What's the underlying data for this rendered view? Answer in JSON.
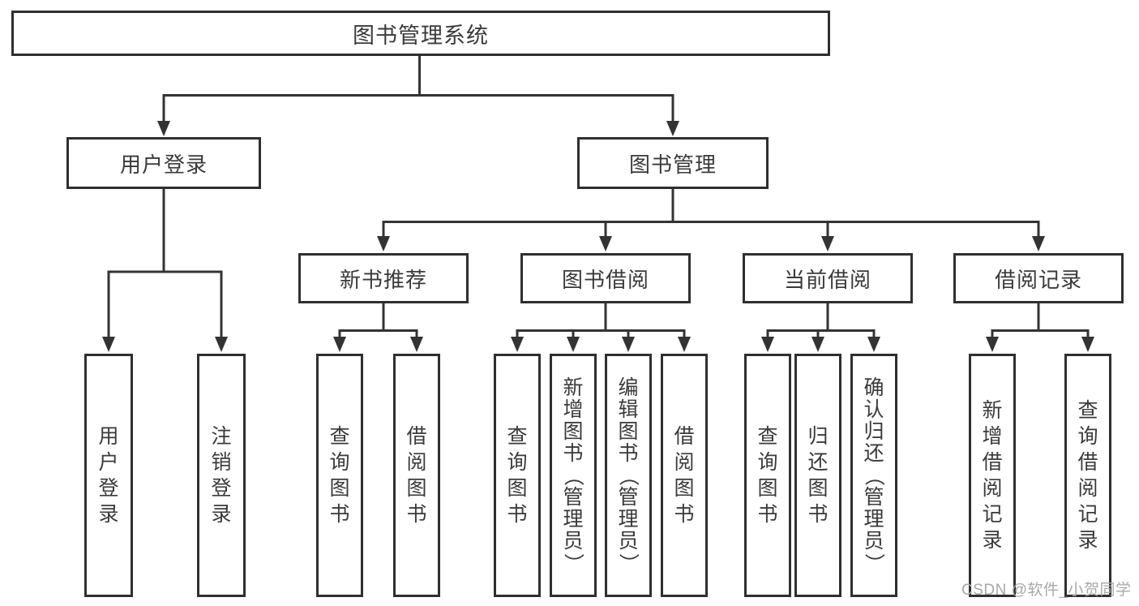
{
  "diagram_type": "functional-structure-tree",
  "tree": {
    "root": {
      "label": "图书管理系统"
    },
    "children": [
      {
        "label": "用户登录",
        "children": [
          {
            "label": "用户登录"
          },
          {
            "label": "注销登录"
          }
        ]
      },
      {
        "label": "图书管理",
        "children": [
          {
            "label": "新书推荐",
            "children": [
              {
                "label": "查询图书"
              },
              {
                "label": "借阅图书"
              }
            ]
          },
          {
            "label": "图书借阅",
            "children": [
              {
                "label": "查询图书"
              },
              {
                "label": "新增图书（管理员）"
              },
              {
                "label": "编辑图书（管理员）"
              },
              {
                "label": "借阅图书"
              }
            ]
          },
          {
            "label": "当前借阅",
            "children": [
              {
                "label": "查询图书"
              },
              {
                "label": "归还图书"
              },
              {
                "label": "确认归还（管理员）"
              }
            ]
          },
          {
            "label": "借阅记录",
            "children": [
              {
                "label": "新增借阅记录"
              },
              {
                "label": "查询借阅记录"
              }
            ]
          }
        ]
      }
    ]
  },
  "watermark": "CSDN @软件_小贺同学",
  "colors": {
    "line": "#333333",
    "border": "#2f2f2f",
    "text": "#3a3a3a",
    "watermark": "#a8a8a8",
    "background": "#ffffff"
  }
}
